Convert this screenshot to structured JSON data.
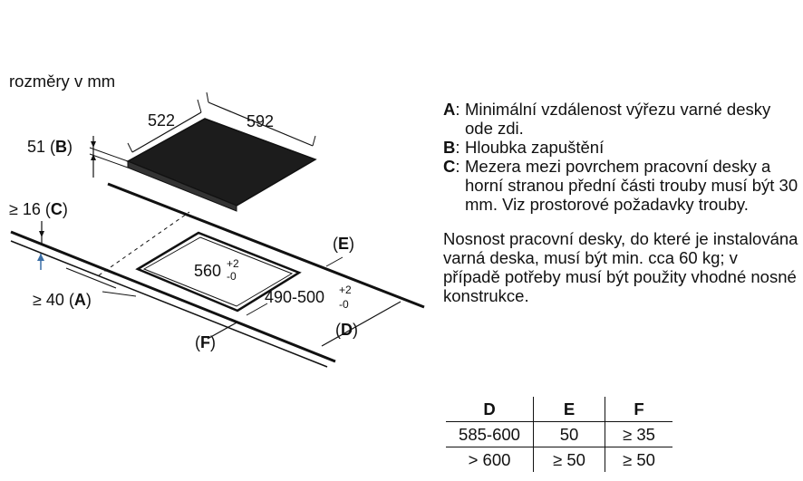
{
  "units_label": "rozměry v mm",
  "dimensions": {
    "depth_522": "522",
    "width_592": "592",
    "height_51": "51",
    "wall_16": "≥ 16",
    "front_40": "≥ 40",
    "cutout_560": "560",
    "cutout_560_tol_plus": "+2",
    "cutout_560_tol_minus": "-0",
    "cutout_490": "490-500",
    "cutout_490_tol_plus": "+2",
    "cutout_490_tol_minus": "-0"
  },
  "markers": {
    "A": "A",
    "B": "B",
    "C": "C",
    "D": "D",
    "E": "E",
    "F": "F"
  },
  "legend": {
    "items": [
      {
        "key": "A",
        "text": "Minimální vzdálenost výřezu varné desky ode zdi."
      },
      {
        "key": "B",
        "text": "Hloubka zapuštění"
      },
      {
        "key": "C",
        "text": "Mezera mezi povrchem pracovní desky a horní stranou přední části trouby musí být 30 mm. Viz prostorové požadavky trouby."
      }
    ],
    "note": "Nosnost pracovní desky, do které je instalována varná deska, musí být min. cca 60 kg; v případě potřeby musí být použity vhodné nosné konstrukce."
  },
  "table": {
    "headers": [
      "D",
      "E",
      "F"
    ],
    "rows": [
      [
        "585-600",
        "50",
        "≥ 35"
      ],
      [
        "> 600",
        "≥ 50",
        "≥ 50"
      ]
    ]
  }
}
